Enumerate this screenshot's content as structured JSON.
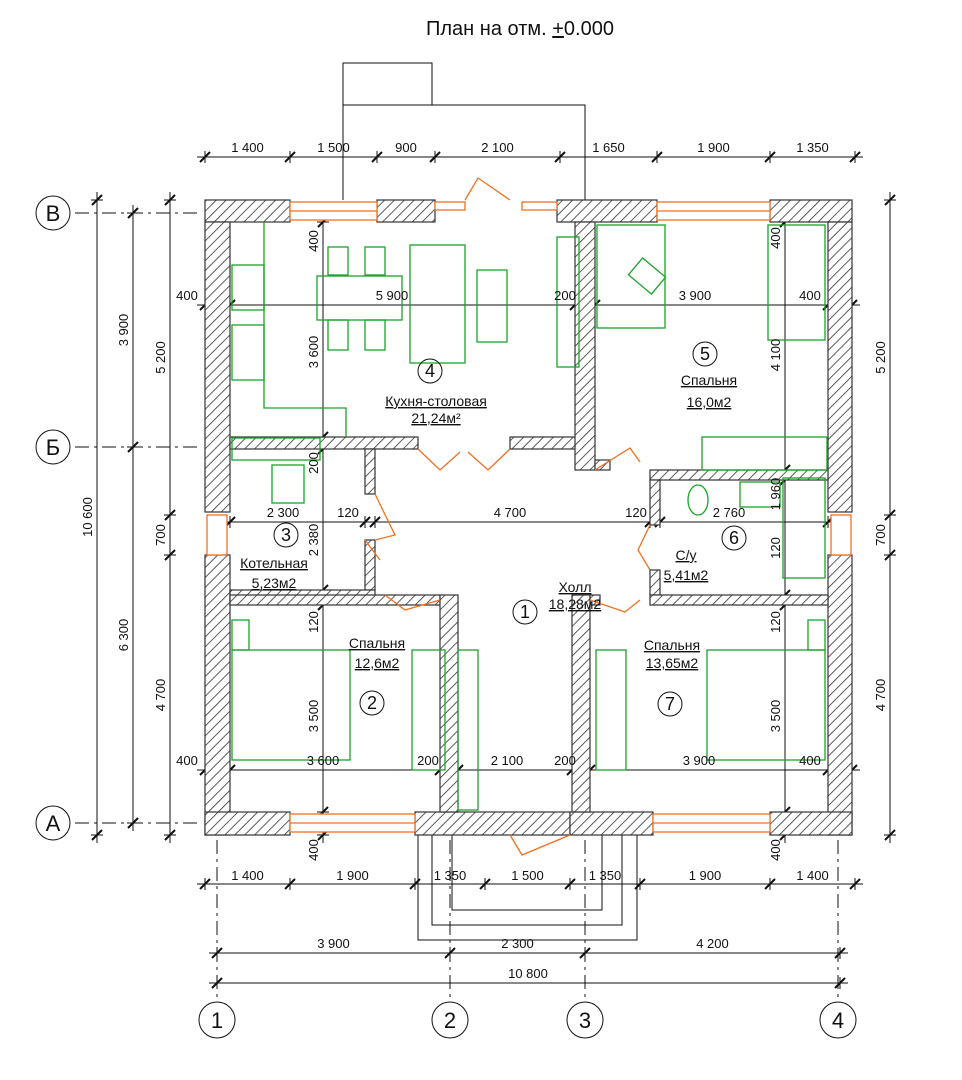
{
  "title": {
    "prefix": "План на отм. ",
    "pm": "+",
    "value": "0.000"
  },
  "colors": {
    "wall": "#333333",
    "furniture": "#1aa32a",
    "openings": "#f07020",
    "line": "#111111"
  },
  "axes": {
    "rows": [
      "В",
      "Б",
      "А"
    ],
    "cols": [
      "1",
      "2",
      "3",
      "4"
    ]
  },
  "rooms": [
    {
      "num": "1",
      "name": "Холл",
      "area": "18,28м2"
    },
    {
      "num": "2",
      "name": "Спальня",
      "area": "12,6м2"
    },
    {
      "num": "3",
      "name": "Котельная",
      "area": "5,23м2"
    },
    {
      "num": "4",
      "name": "Кухня-столовая",
      "area": "21,24м²"
    },
    {
      "num": "5",
      "name": "Спальня",
      "area": "16,0м2"
    },
    {
      "num": "6",
      "name": "С/у",
      "area": "5,41м2"
    },
    {
      "num": "7",
      "name": "Спальня",
      "area": "13,65м2"
    }
  ],
  "dimensions": {
    "top": [
      "1 400",
      "1 500",
      "900",
      "2 100",
      "1 650",
      "1 900",
      "1 350"
    ],
    "bottom": [
      "1 400",
      "1 900",
      "1 350",
      "1 500",
      "1 350",
      "1 900",
      "1 400"
    ],
    "bottom_axes": [
      "3 900",
      "2 300",
      "4 200"
    ],
    "overall_width": "10 800",
    "left_overall": "10 600",
    "left_axes": [
      "3 900",
      "6 300"
    ],
    "left_walls": [
      "5 200",
      "700",
      "4 700"
    ],
    "right_walls": [
      "5 200",
      "700",
      "4 700"
    ],
    "interior": [
      "400",
      "5 900",
      "200",
      "3 900",
      "400",
      "400",
      "3 600",
      "4 100",
      "200",
      "2 300",
      "120",
      "4 700",
      "120",
      "2 760",
      "2 380",
      "120",
      "1 960",
      "120",
      "120",
      "3 500",
      "3 500",
      "400",
      "3 600",
      "200",
      "2 100",
      "200",
      "3 900",
      "400",
      "400",
      "400",
      "400"
    ]
  }
}
